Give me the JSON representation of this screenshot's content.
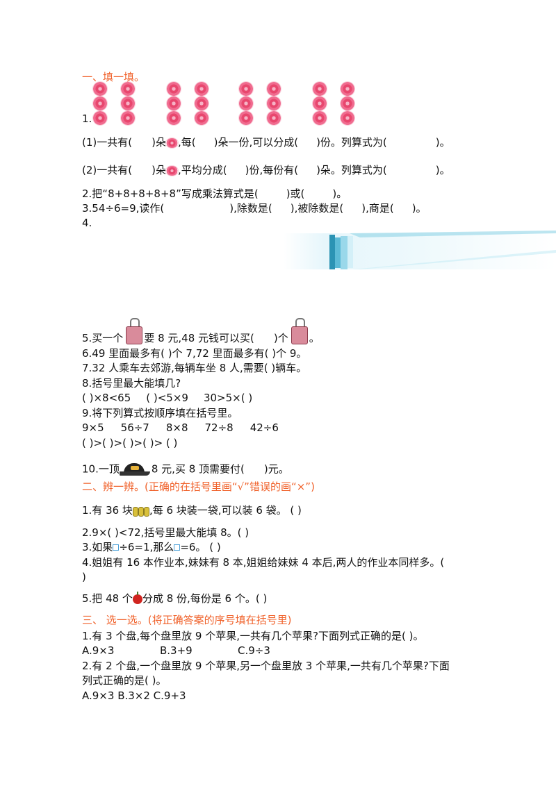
{
  "sec1": {
    "title": "一、填一填。"
  },
  "q1": {
    "label": "1.",
    "p1": {
      "a": "(1)一共有(",
      "b": ")朵",
      "c": ",每(",
      "d": ")朵一份,可以分成(",
      "e": ")份。列算式为(",
      "f": ")。"
    },
    "p2": {
      "a": "(2)一共有(",
      "b": ")朵",
      "c": ",平均分成(",
      "d": ")份,每份有(",
      "e": ")朵。列算式为(",
      "f": ")。"
    }
  },
  "q2": {
    "a": "2.把“8+8+8+8+8”写成乘法算式是(",
    "b": ")或(",
    "c": ")。"
  },
  "q3": {
    "a": "3.54÷6=9,读作(",
    "b": "),除数是(",
    "c": "),被除数是(",
    "d": "),商是(",
    "e": ")。"
  },
  "q4": {
    "label": "4."
  },
  "q5": {
    "a": "5.买一个",
    "b": "要 8 元,48 元钱可以买(",
    "c": ")个",
    "d": "。"
  },
  "q6": {
    "text": "6.49 里面最多有(        )个 7,72 里面最多有(        )个 9。"
  },
  "q7": {
    "text": "7.32 人乘车去郊游,每辆车坐 8 人,需要(        )辆车。"
  },
  "q8": {
    "text": "8.括号里最大能填几?",
    "items": [
      "(        )×8<65",
      "(        )<5×9",
      "30>5×(        )"
    ]
  },
  "q9": {
    "text": "9.将下列算式按顺序填在括号里。",
    "exprs": [
      "9×5",
      "56÷7",
      "8×8",
      "72÷8",
      "42÷6"
    ],
    "order": "(        )>(        )>(        )>(        )> (        )"
  },
  "q10": {
    "a": "10.一顶",
    "b": "8 元,买 8 顶需要付(",
    "c": ")元。"
  },
  "sec2": {
    "title": "二、辨一辨。(正确的在括号里画“√”错误的画“×”)"
  },
  "j1": {
    "a": "1.有 36 块",
    "b": ",每 6 块装一袋,可以装 6 袋。  (        )"
  },
  "j2": {
    "text": "2.9×(        )<72,括号里最大能填 8。(        )"
  },
  "j3": {
    "a": "3.如果",
    "b": "÷6=1,那么",
    "c": "=6。     (        )"
  },
  "j4": {
    "line1": "4.姐姐有 16 本作业本,妹妹有 8 本,姐姐给妹妹 4 本后,两人的作业本同样多。(",
    "line2": ")"
  },
  "j5": {
    "a": "5.把 48 个",
    "b": "分成 8 份,每份是 6 个。(        )"
  },
  "sec3": {
    "title": " 三、 选一选。(将正确答案的序号填在括号里)"
  },
  "c1": {
    "text": "1.有 3 个盘,每个盘里放 9 个苹果,一共有几个苹果?下面列式正确的是(        )。",
    "options": [
      "A.9×3",
      "B.3+9",
      "C.9÷3"
    ]
  },
  "c2": {
    "line1": "2.有 2 个盘,一个盘里放 9 个苹果,另一个盘里放 3 个苹果,一共有几个苹果?下面",
    "line2": "列式正确的是(        )。",
    "options": "A.9×3   B.3×2   C.9+3"
  },
  "colors": {
    "section": "#f0612a",
    "flower": "#e8476e"
  }
}
